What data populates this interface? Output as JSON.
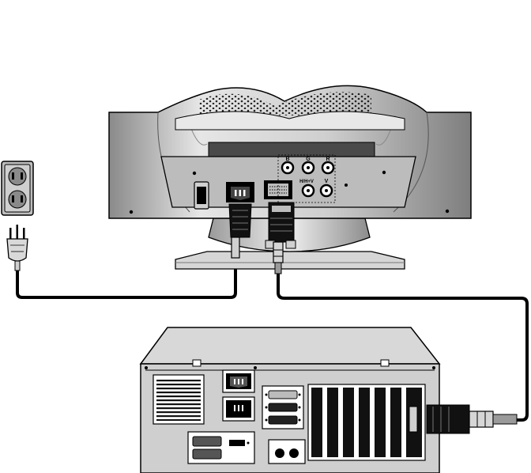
{
  "monitor": {
    "connector_labels": {
      "b": "B",
      "g": "G",
      "r": "R",
      "hv": "H/H+V",
      "v": "V"
    }
  },
  "colors": {
    "outline": "#000000",
    "monitor_body": "#c9c9c9",
    "monitor_dark": "#7a7a7a",
    "pc_body": "#d4d4d4",
    "cable": "#000000"
  }
}
